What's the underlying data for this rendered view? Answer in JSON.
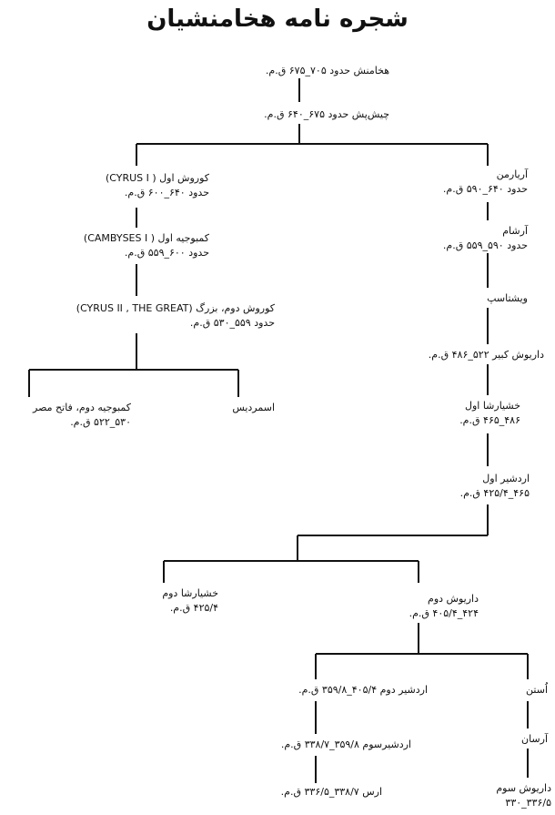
{
  "title": "شجره نامه هخامنشیان",
  "nodes": {
    "achaemenes": {
      "line1": "هخامنش حدود ۷۰۵_۶۷۵ ق.م."
    },
    "teispes": {
      "line1": "چیش‌پش حدود ۶۷۵_۶۴۰ ق.م."
    },
    "cyrus1": {
      "line1": "کوروش اول ( CYRUS I)",
      "line2": "حدود ۶۴۰_۶۰۰ ق.م."
    },
    "cambyses1": {
      "line1": "کمبوجیه اول ( CAMBYSES I)",
      "line2": "حدود ۶۰۰_۵۵۹ ق.م."
    },
    "cyrus2": {
      "line1": "کوروش دوم، بزرگ (CYRUS II , THE GREAT)",
      "line2": "حدود ۵۵۹_۵۳۰ ق.م."
    },
    "cambyses2": {
      "line1": "کمبوجیه دوم، فاتح مصر",
      "line2": "۵۳۰_۵۲۲ ق.م."
    },
    "smerdis": {
      "line1": "اسمردیس"
    },
    "ariaramnes": {
      "line1": "آریارمن",
      "line2": "حدود ۶۴۰_۵۹۰ ق.م."
    },
    "arsames": {
      "line1": "آرشام",
      "line2": "حدود ۵۹۰_۵۵۹ ق.م."
    },
    "hystaspes": {
      "line1": "ویشتاسپ"
    },
    "darius1": {
      "line1": "داریوش کبیر ۵۲۲_۴۸۶ ق.م."
    },
    "xerxes1": {
      "line1": "خشیارشا اول",
      "line2": "۴۸۶_۴۶۵ ق.م."
    },
    "artaxerxes1": {
      "line1": "اردشیر اول",
      "line2": "۴۶۵_۴۲۵/۴ ق.م."
    },
    "xerxes2": {
      "line1": "خشیارشا دوم",
      "line2": "۴۲۵/۴ ق.م."
    },
    "darius2": {
      "line1": "داریوش دوم",
      "line2": "۴۲۴_۴۰۵/۴ ق.م."
    },
    "artaxerxes2": {
      "line1": "اردشیر دوم ۴۰۵/۴_۳۵۹/۸ ق.م."
    },
    "artaxerxes3": {
      "line1": "اردشیرسوم ۳۵۹/۸_۳۳۸/۷ ق.م."
    },
    "arses": {
      "line1": "ارس ۳۳۸/۷_۳۳۶/۵ ق.م."
    },
    "ostanes": {
      "line1": "اُستن"
    },
    "arsanes": {
      "line1": "آرسان"
    },
    "darius3": {
      "line1": "داریوش سوم",
      "line2": "۳۳۶/۵_۳۳۰"
    }
  }
}
